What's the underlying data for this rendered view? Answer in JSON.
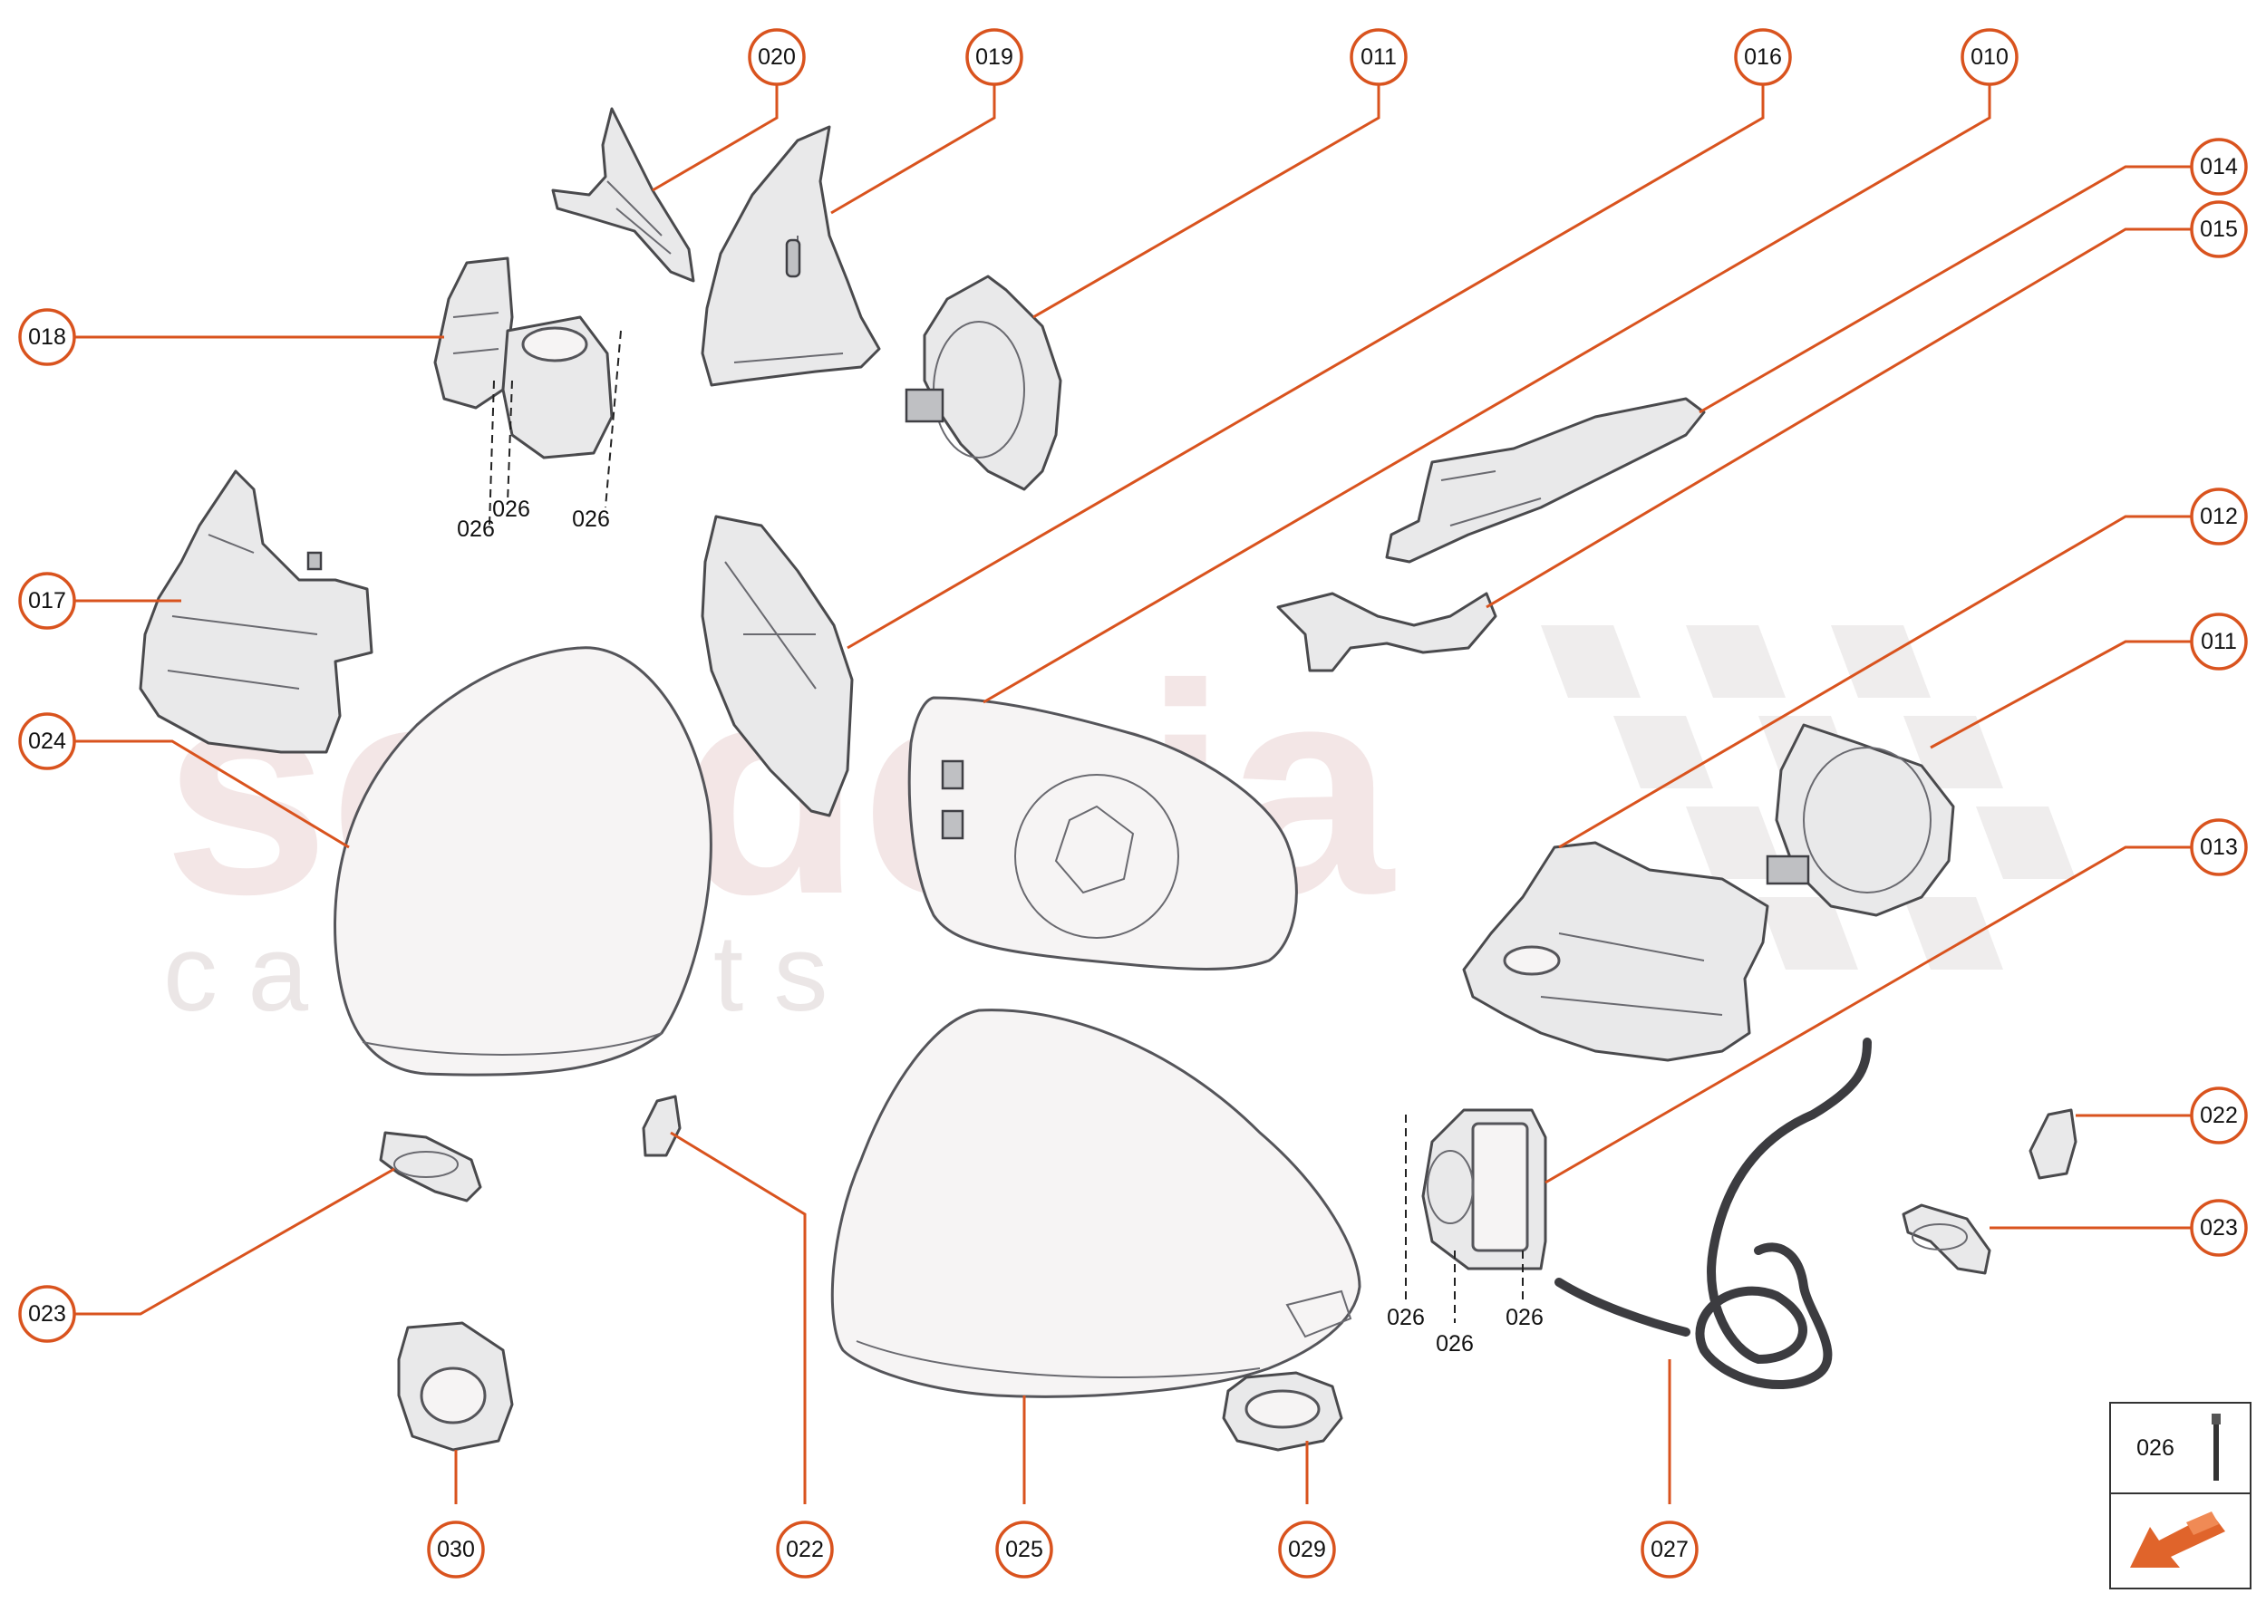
{
  "watermark": {
    "brand": "scuderia",
    "sub": "c a r   p a r t s"
  },
  "callouts": [
    "020",
    "019",
    "011",
    "016",
    "010",
    "014",
    "015",
    "018",
    "017",
    "024",
    "012",
    "011",
    "013",
    "022",
    "023",
    "023",
    "030",
    "022",
    "025",
    "029",
    "027"
  ],
  "bolt_labels": [
    "026",
    "026",
    "026",
    "026",
    "026",
    "026"
  ],
  "legend": {
    "part": "026"
  },
  "colors": {
    "accent": "#d9531e",
    "ink": "#111111"
  }
}
